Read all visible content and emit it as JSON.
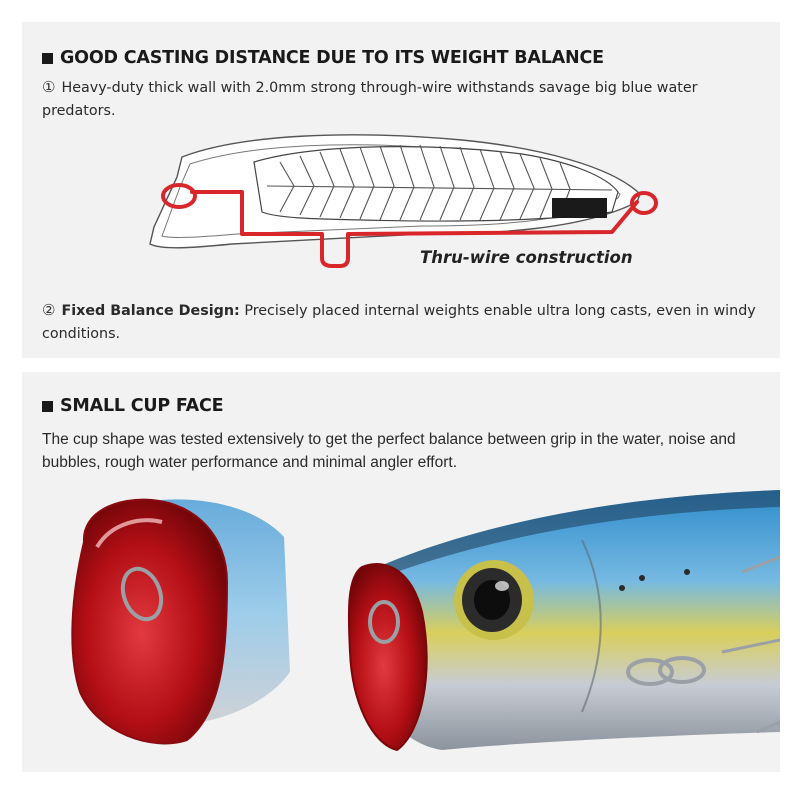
{
  "section1": {
    "heading": "GOOD CASTING DISTANCE DUE TO ITS WEIGHT BALANCE",
    "point1": {
      "marker": "①",
      "text": "Heavy-duty thick wall with 2.0mm strong through-wire withstands savage big blue water predators."
    },
    "diagram_caption": "Thru-wire construction",
    "point2": {
      "marker": "②",
      "bold": "Fixed Balance Design:",
      "text": " Precisely placed internal weights enable ultra long casts, even in windy conditions."
    }
  },
  "section2": {
    "heading": "SMALL CUP FACE",
    "text": "The cup shape was tested extensively to get the perfect balance between grip in the water, noise and bubbles, rough water performance and minimal angler effort."
  },
  "colors": {
    "panel_bg": "#f2f2f2",
    "wire_red": "#d9262b",
    "cup_red": "#c8141b",
    "lure_blue": "#5aa6d6",
    "lure_yellow": "#e6d24a"
  },
  "icons": [
    "square-bullet-icon",
    "lure-cross-section-diagram",
    "lure-cup-face-photo",
    "lure-side-photo"
  ]
}
